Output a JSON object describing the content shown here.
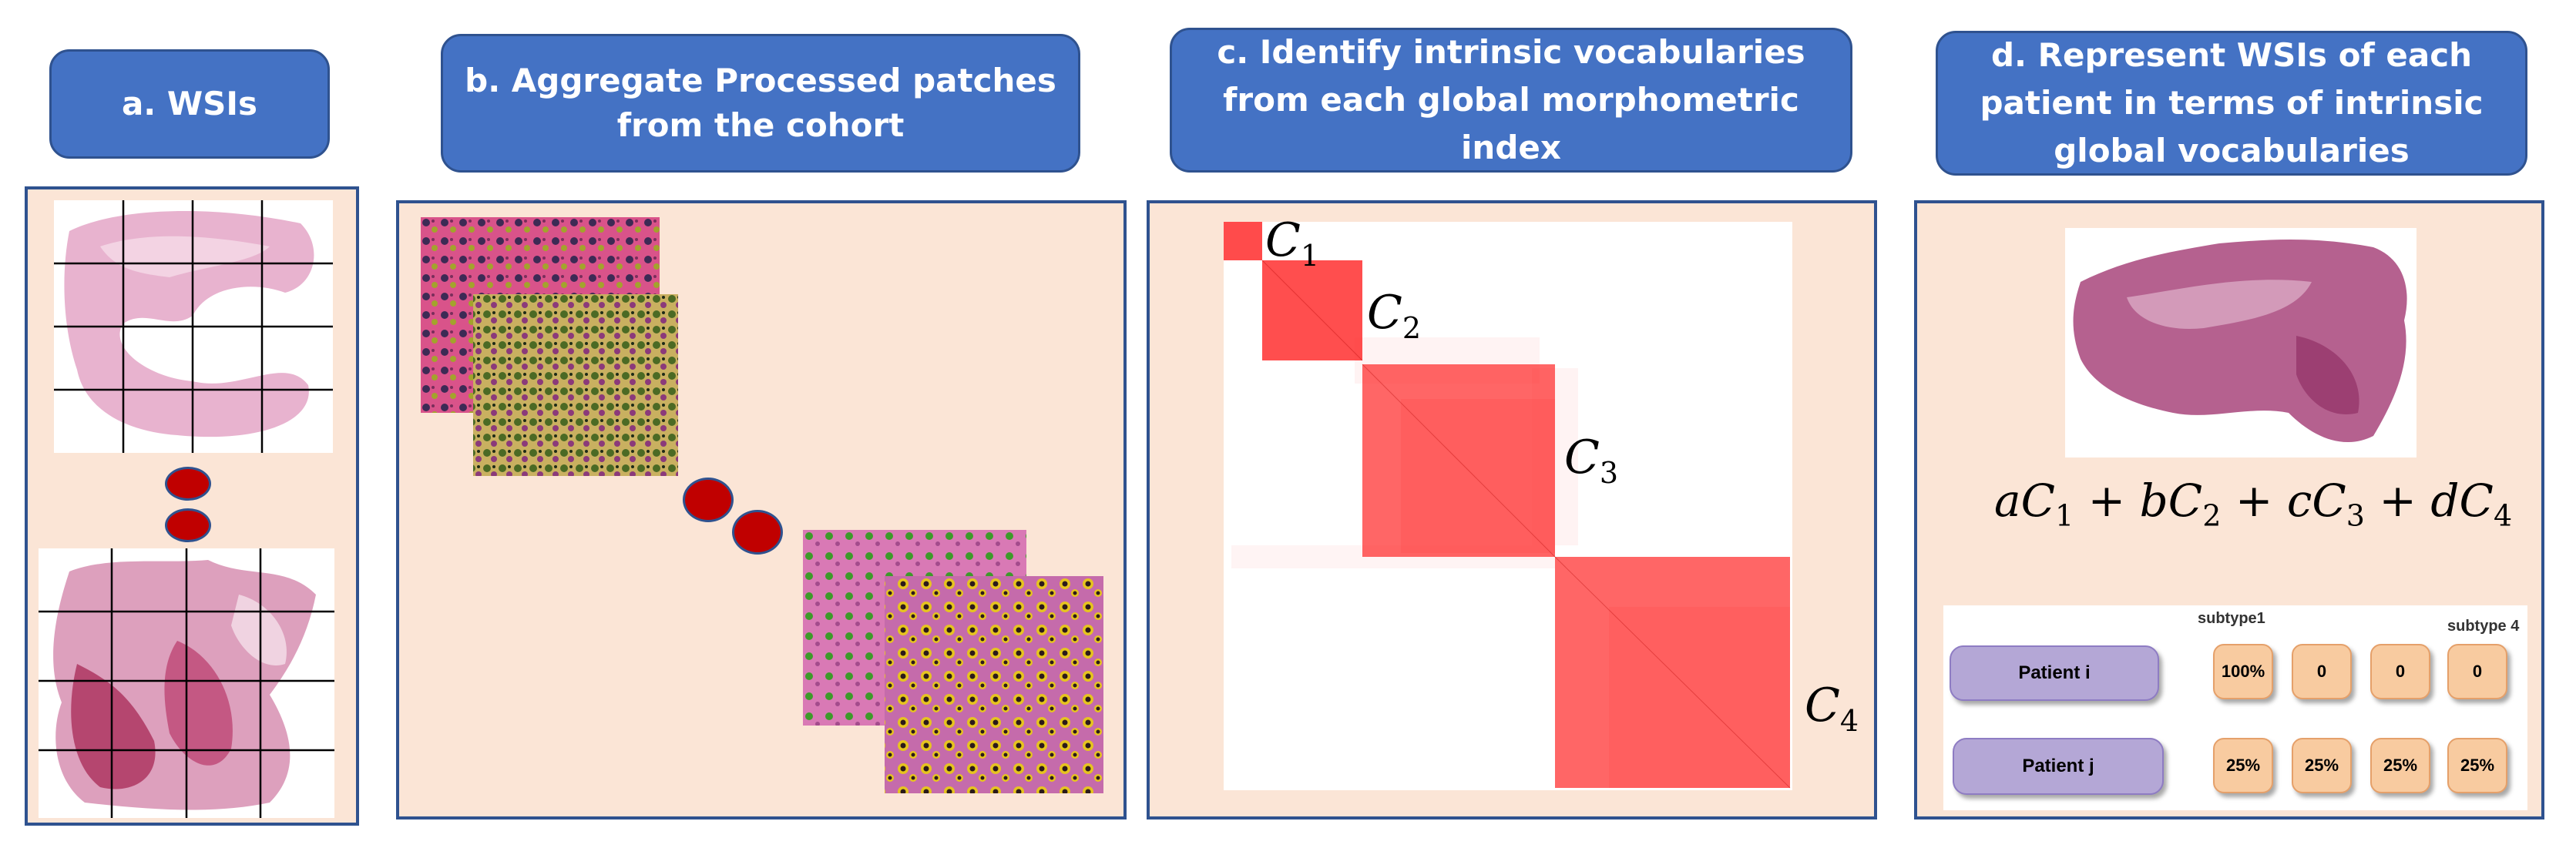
{
  "headers": {
    "a": "a. WSIs",
    "b": "b. Aggregate Processed patches\nfrom the cohort",
    "c": "c. Identify intrinsic vocabularies\nfrom each global morphometric\nindex",
    "d": "d. Represent WSIs of each\npatient in terms of intrinsic\nglobal vocabularies"
  },
  "clusters": [
    {
      "base": "C",
      "sub": "1"
    },
    {
      "base": "C",
      "sub": "2"
    },
    {
      "base": "C",
      "sub": "3"
    },
    {
      "base": "C",
      "sub": "4"
    }
  ],
  "formula": {
    "terms": [
      {
        "coef": "a",
        "sub": "1"
      },
      {
        "coef": "b",
        "sub": "2"
      },
      {
        "coef": "c",
        "sub": "3"
      },
      {
        "coef": "d",
        "sub": "4"
      }
    ],
    "op": "+"
  },
  "table": {
    "subtype_left": "subtype1",
    "subtype_right": "subtype 4",
    "rows": [
      {
        "patient": "Patient i",
        "values": [
          "100%",
          "0",
          "0",
          "0"
        ]
      },
      {
        "patient": "Patient j",
        "values": [
          "25%",
          "25%",
          "25%",
          "25%"
        ]
      }
    ]
  },
  "colors": {
    "header_fill": "#4472c4",
    "panel_fill": "#fbe5d6",
    "panel_border": "#2f528f",
    "cluster_red": "#ff5555",
    "dot_red": "#c00000",
    "pill_fill": "#b4a7d6",
    "cell_fill": "#f8cba0"
  }
}
